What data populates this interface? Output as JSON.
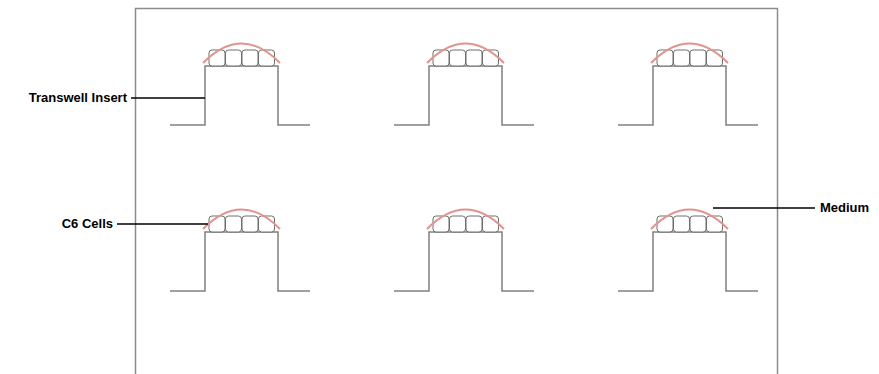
{
  "diagram": {
    "labels": [
      "Transwell Insert",
      "C6 Cells",
      "Medium"
    ]
  }
}
